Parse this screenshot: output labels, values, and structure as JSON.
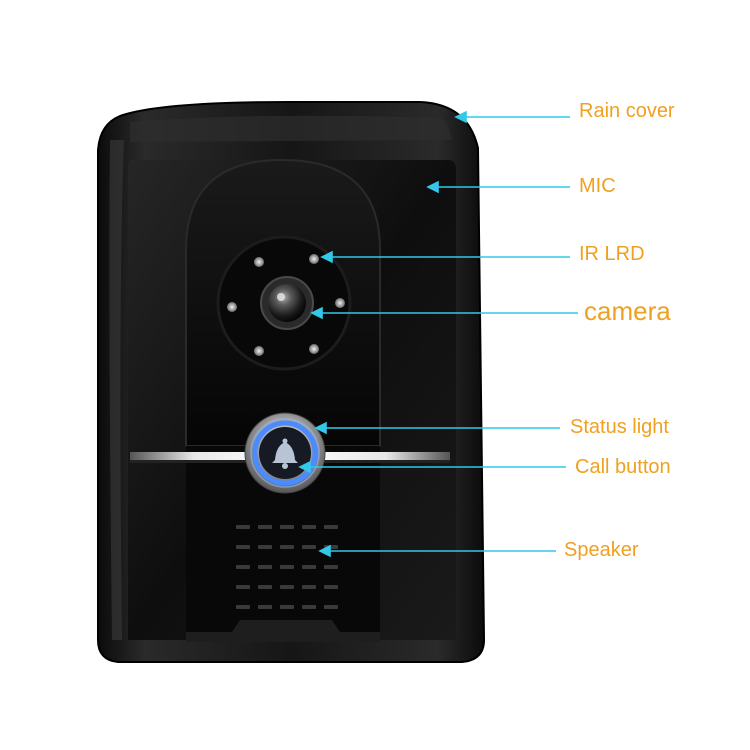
{
  "callouts": [
    {
      "key": "rain_cover",
      "label": "Rain cover"
    },
    {
      "key": "mic",
      "label": "MIC"
    },
    {
      "key": "ir_led",
      "label": "IR LRD"
    },
    {
      "key": "camera",
      "label": "camera"
    },
    {
      "key": "status_light",
      "label": "Status light"
    },
    {
      "key": "call_button",
      "label": "Call button"
    },
    {
      "key": "speaker",
      "label": "Speaker"
    }
  ],
  "colors": {
    "callout_line": "#33c8e8",
    "label_text": "#f0a020",
    "housing": "#141414",
    "status_ring": "#4a8cff"
  },
  "icons": {
    "call_button": "bell-icon"
  }
}
